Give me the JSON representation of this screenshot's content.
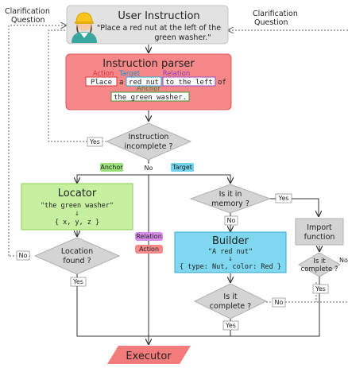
{
  "clarification_left": [
    "Clarification",
    "Question"
  ],
  "clarification_right": [
    "Clarification",
    "Question"
  ],
  "user_instruction": {
    "title": "User Instruction",
    "quote_line1": "\"Place a red nut at the left of the",
    "quote_line2": "green washer.\""
  },
  "parser": {
    "title": "Instruction parser",
    "labels": {
      "action": "Action",
      "target": "Target",
      "relation": "Relation",
      "anchor": "Anchor"
    },
    "tokens": {
      "place": "Place",
      "a": "a",
      "red_nut": "red nut",
      "to_the_left": "to the left",
      "of": "of",
      "green_washer": "the green washer."
    }
  },
  "decision_incomplete": {
    "line1": "Instruction",
    "line2": "incomplete ?",
    "yes": "Yes",
    "no": "No"
  },
  "branch_tags": {
    "anchor": "Anchor",
    "target": "Target",
    "relation": "Relation",
    "action": "Action"
  },
  "locator": {
    "title": "Locator",
    "query": "\"the green washer\"",
    "arrow": "↓",
    "output": "{ x, y, z }"
  },
  "decision_location": {
    "line1": "Location",
    "line2": "found ?",
    "yes": "Yes",
    "no": "No"
  },
  "decision_memory": {
    "line1": "Is it in",
    "line2": "memory ?",
    "yes": "Yes",
    "no": "No"
  },
  "import_function": {
    "line1": "Import",
    "line2": "function"
  },
  "decision_import_complete": {
    "line1": "Is it",
    "line2": "complete ?",
    "yes": "Yes",
    "no": "No"
  },
  "builder": {
    "title": "Builder",
    "query": "\"A red nut\"",
    "arrow": "↓",
    "output": "{ type: Nut, color: Red }"
  },
  "decision_builder_complete": {
    "line1": "Is it",
    "line2": "complete ?",
    "yes": "Yes",
    "no": "No"
  },
  "executor": {
    "label": "Executor"
  },
  "colors": {
    "parser_fill": "#f7888a",
    "parser_stroke": "#d85a5c",
    "locator_fill": "#c6f0a0",
    "locator_stroke": "#8bc85a",
    "builder_fill": "#7fd8f0",
    "builder_stroke": "#3aa8c8",
    "executor_fill": "#f47b7b",
    "decision_fill": "#d4d4d4",
    "anchor_tag": "#9be07a",
    "target_tag": "#6fd3ee",
    "relation_tag": "#d68ce8",
    "action_tag": "#f48a8a",
    "action_text": "#d9343a",
    "target_text": "#2aa6d6",
    "relation_text": "#9b48c8",
    "anchor_text": "#3a9a32"
  }
}
